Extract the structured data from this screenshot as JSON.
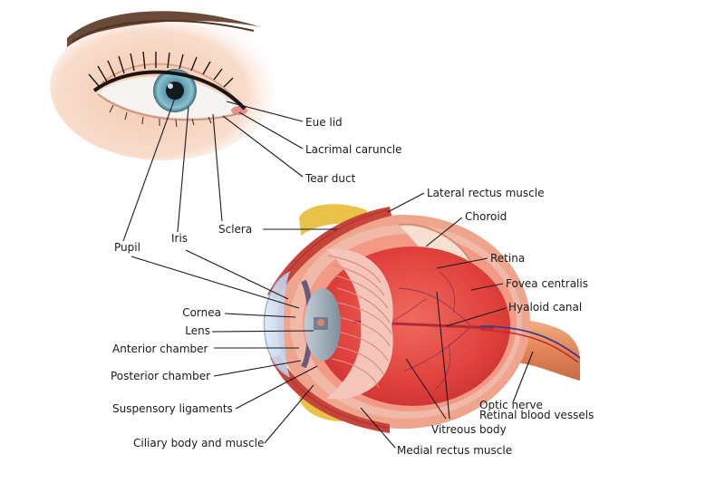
{
  "labels": {
    "eyelid": "Eue lid",
    "lacrimal_caruncle": "Lacrimal caruncle",
    "tear_duct": "Tear duct",
    "lateral_rectus": "Lateral rectus muscle",
    "choroid": "Choroid",
    "sclera": "Sclera",
    "iris": "Iris",
    "pupil": "Pupil",
    "retina": "Retina",
    "fovea": "Fovea centralis",
    "hyaloid": "Hyaloid canal",
    "cornea": "Cornea",
    "lens": "Lens",
    "anterior_chamber": "Anterior chamber",
    "posterior_chamber": "Posterior chamber",
    "suspensory": "Suspensory ligaments",
    "ciliary": "Ciliary body and muscle",
    "optic_nerve": "Optic nerve",
    "retinal_vessels": "Retinal blood vessels",
    "vitreous": "Vitreous body",
    "medial_rectus": "Medial rectus muscle"
  },
  "colors": {
    "skin": "#f4d4be",
    "iris": "#6aa3b5",
    "sclera_tissue": "#e98a86",
    "muscle": "#c8443a",
    "fat": "#e9c24a",
    "lens": "#9aa9b7",
    "vitreous": "#e0403c",
    "leader": "#1a1a1a"
  }
}
